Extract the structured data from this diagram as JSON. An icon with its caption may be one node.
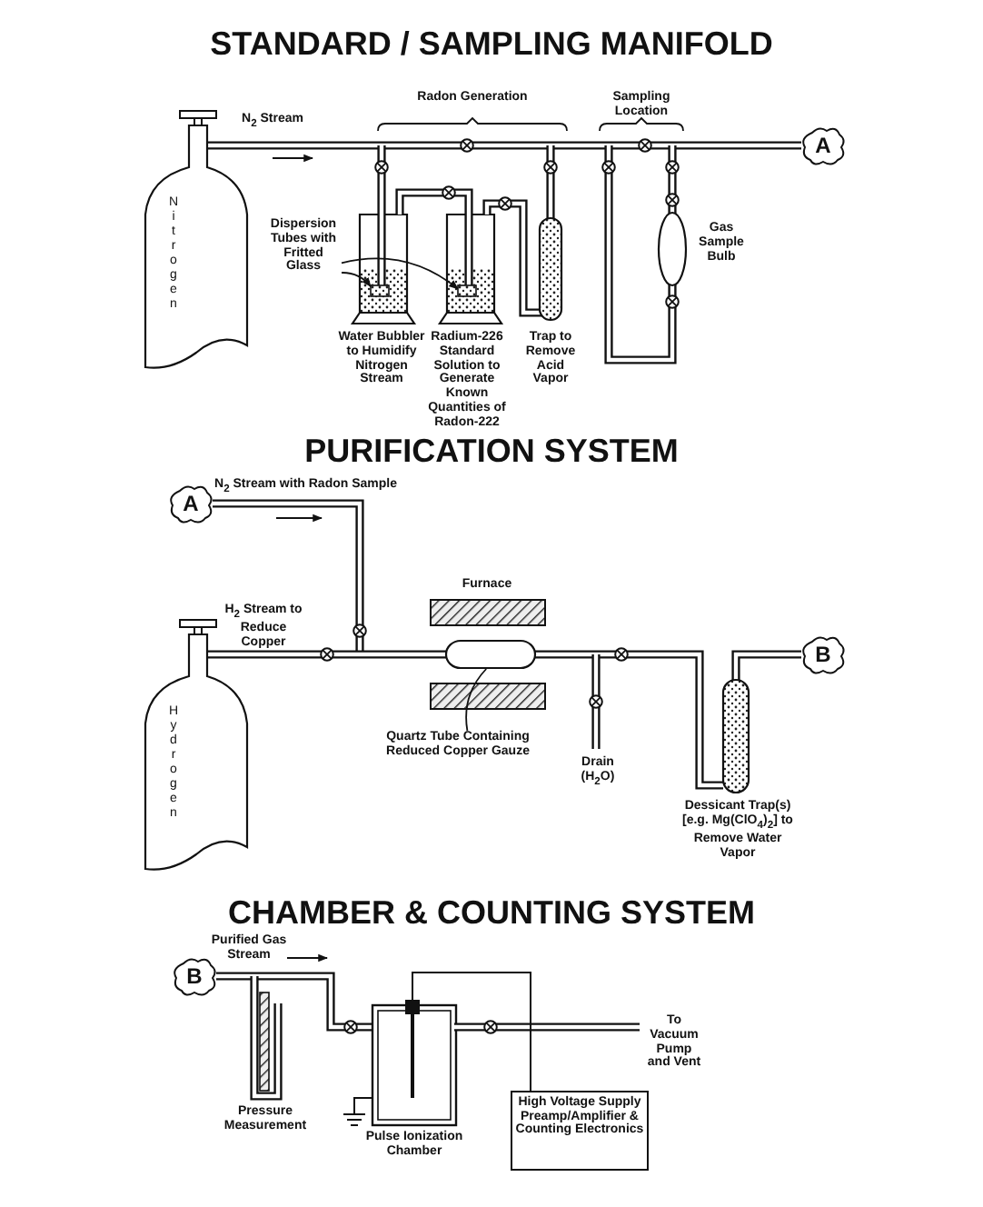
{
  "diagram": {
    "nodes": [
      {
        "text": [
          "Nitrogen"
        ]
      },
      {
        "text": [
          "A"
        ]
      },
      {
        "text": [
          "Dispersion Tubes with Fritted Glass"
        ]
      },
      {
        "text": [],
        "shape": "box"
      },
      {
        "text": [],
        "shape": "box"
      },
      {
        "text": [
          "A"
        ]
      },
      {
        "text": [
          "Hydrogen"
        ]
      },
      {
        "text": [
          "Quartz Tube Containing Reduced Copper Gauze"
        ]
      },
      {
        "text": [],
        "shape": "cylinder"
      },
      {
        "text": [
          "B"
        ]
      },
      {
        "text": [
          "B"
        ]
      },
      {
        "text": [
          "High Voltage Supply Preamp/Amplifier & Counting Electronics"
        ]
      }
    ],
    "edges": [
      {
        "from": 2,
        "to": 3,
        "arrow": "to"
      },
      {
        "from": 2,
        "to": 4,
        "arrow": "to"
      },
      {
        "from": 7,
        "to": 8,
        "arrow": "none"
      }
    ],
    "labels": [
      "STANDARD / SAMPLING MANIFOLD",
      "Radon Generation",
      "Sampling Location",
      "N$_{2}$ Stream",
      "Gas Sample Bulb",
      "Water Bubbler to Humidify Nitrogen Stream",
      "Radium-226 Standard Solution to Generate Known Quantities of Radon-222",
      "Trap to Remove Acid Vapor",
      "PURIFICATION SYSTEM",
      "N$_{2}$ Stream with Radon Sample",
      "Furnace",
      "H$_{2}$ Stream to Reduce Copper",
      "Drain (H$_{2}$O)",
      "Dessicant Trap(s) [e.g. Mg(ClO$_{4}$)$_{2}$] to Remove Water Vapor",
      "CHAMBER & COUNTING SYSTEM",
      "Purified Gas Stream",
      "To Vacuum Pump and Vent",
      "Pressure Measurement",
      "Pulse Ionization Chamber"
    ]
  }
}
